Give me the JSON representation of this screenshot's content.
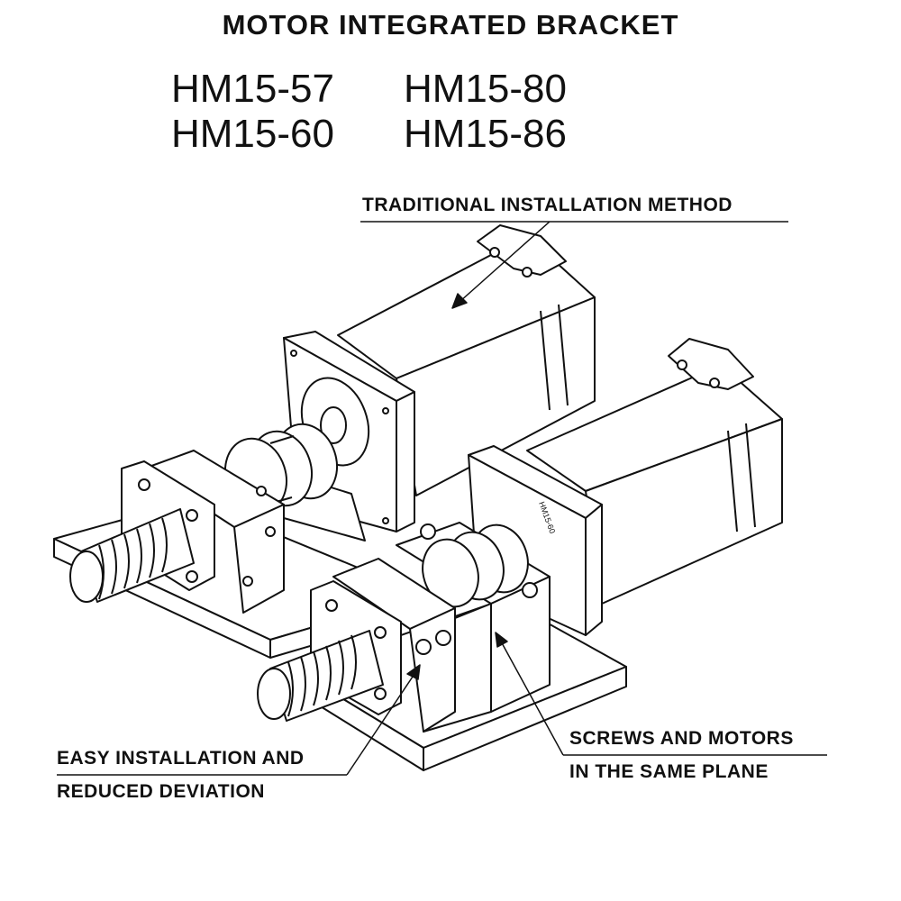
{
  "title": "MOTOR INTEGRATED BRACKET",
  "models": [
    "HM15-57",
    "HM15-80",
    "HM15-60",
    "HM15-86"
  ],
  "callouts": {
    "traditional": "TRADITIONAL INSTALLATION METHOD",
    "easy_line1": "EASY INSTALLATION AND",
    "easy_line2": "REDUCED DEVIATION",
    "same_plane_line1": "SCREWS AND MOTORS",
    "same_plane_line2": "IN THE SAME PLANE"
  },
  "part_marking": "HM15-60"
}
